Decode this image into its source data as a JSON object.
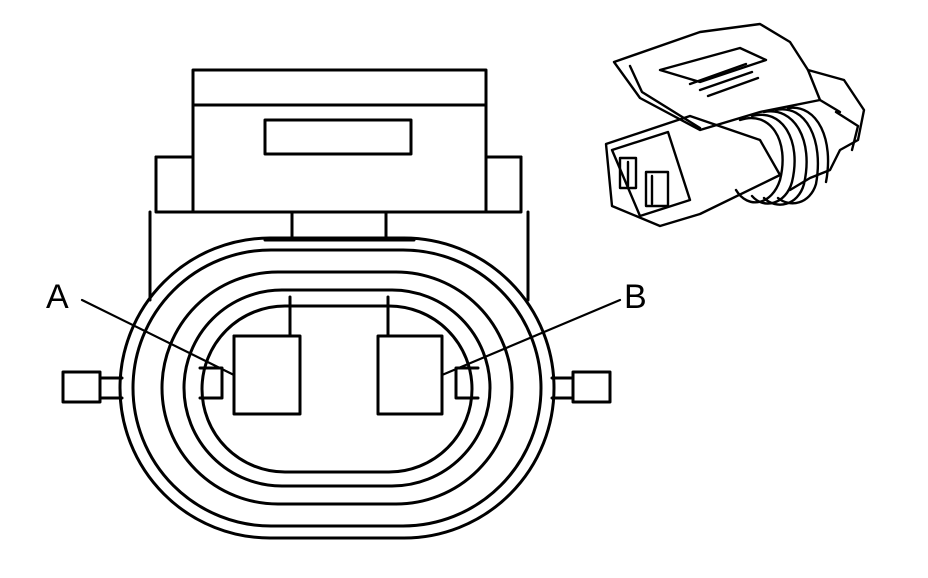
{
  "diagram": {
    "callouts": [
      {
        "id": "a",
        "label": "A"
      },
      {
        "id": "b",
        "label": "B"
      }
    ],
    "colors": {
      "line": "#000000",
      "background": "#ffffff"
    },
    "icons": {
      "main_view": "connector-face-view",
      "inset_view": "connector-isometric-icon"
    }
  }
}
